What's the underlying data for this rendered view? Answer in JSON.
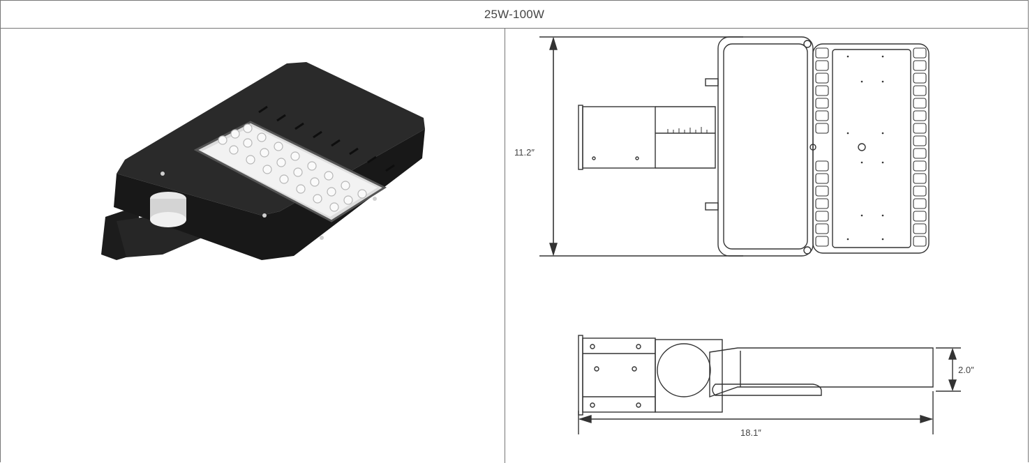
{
  "header": {
    "title": "25W-100W"
  },
  "dimensions": {
    "height_label": "11.2″",
    "depth_label": "2.0″",
    "length_label": "18.1″"
  }
}
